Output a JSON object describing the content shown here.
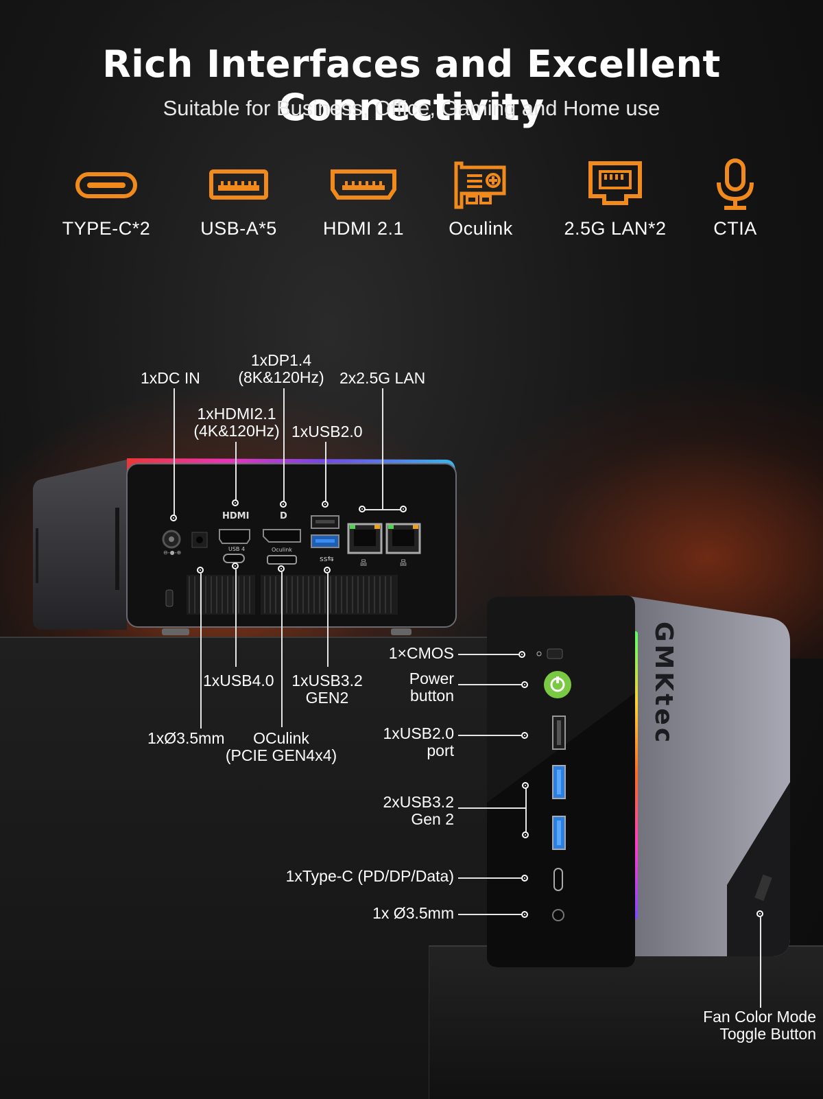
{
  "title": "Rich Interfaces and Excellent Connectivity",
  "subtitle": "Suitable for Business, Office, Gaming and Home use",
  "colors": {
    "accent": "#f08a1c",
    "power_green": "#7ac943",
    "usb_blue": "#2b7fe0"
  },
  "features": [
    {
      "icon": "type-c-port-icon",
      "label": "TYPE-C*2"
    },
    {
      "icon": "usb-a-port-icon",
      "label": "USB-A*5"
    },
    {
      "icon": "hdmi-port-icon",
      "label": "HDMI 2.1"
    },
    {
      "icon": "oculink-card-icon",
      "label": "Oculink"
    },
    {
      "icon": "lan-port-icon",
      "label": "2.5G LAN*2"
    },
    {
      "icon": "microphone-icon",
      "label": "CTIA"
    }
  ],
  "back_panel": {
    "dc_in": "1xDC IN",
    "dp_line1": "1xDP1.4",
    "dp_line2": "(8K&120Hz)",
    "lan": "2x2.5G LAN",
    "hdmi_line1": "1xHDMI2.1",
    "hdmi_line2": "(4K&120Hz)",
    "usb2": "1xUSB2.0",
    "usb4": "1xUSB4.0",
    "usb32_line1": "1xUSB3.2",
    "usb32_line2": "GEN2",
    "audio": "1xØ3.5mm",
    "oculink_line1": "OCulink",
    "oculink_line2": "(PCIE GEN4x4)",
    "marks": {
      "hdmi": "HDMI",
      "usb4": "USB 4",
      "oculink": "Oculink"
    }
  },
  "front_panel": {
    "cmos": "1×CMOS",
    "power_line1": "Power",
    "power_line2": "button",
    "usb2_line1": "1xUSB2.0",
    "usb2_line2": "port",
    "usb32_line1": "2xUSB3.2",
    "usb32_line2": "Gen 2",
    "typec": "1xType-C (PD/DP/Data)",
    "audio": "1x Ø3.5mm",
    "fan_line1": "Fan Color Mode",
    "fan_line2": "Toggle Button",
    "brand": "GMKtec"
  }
}
